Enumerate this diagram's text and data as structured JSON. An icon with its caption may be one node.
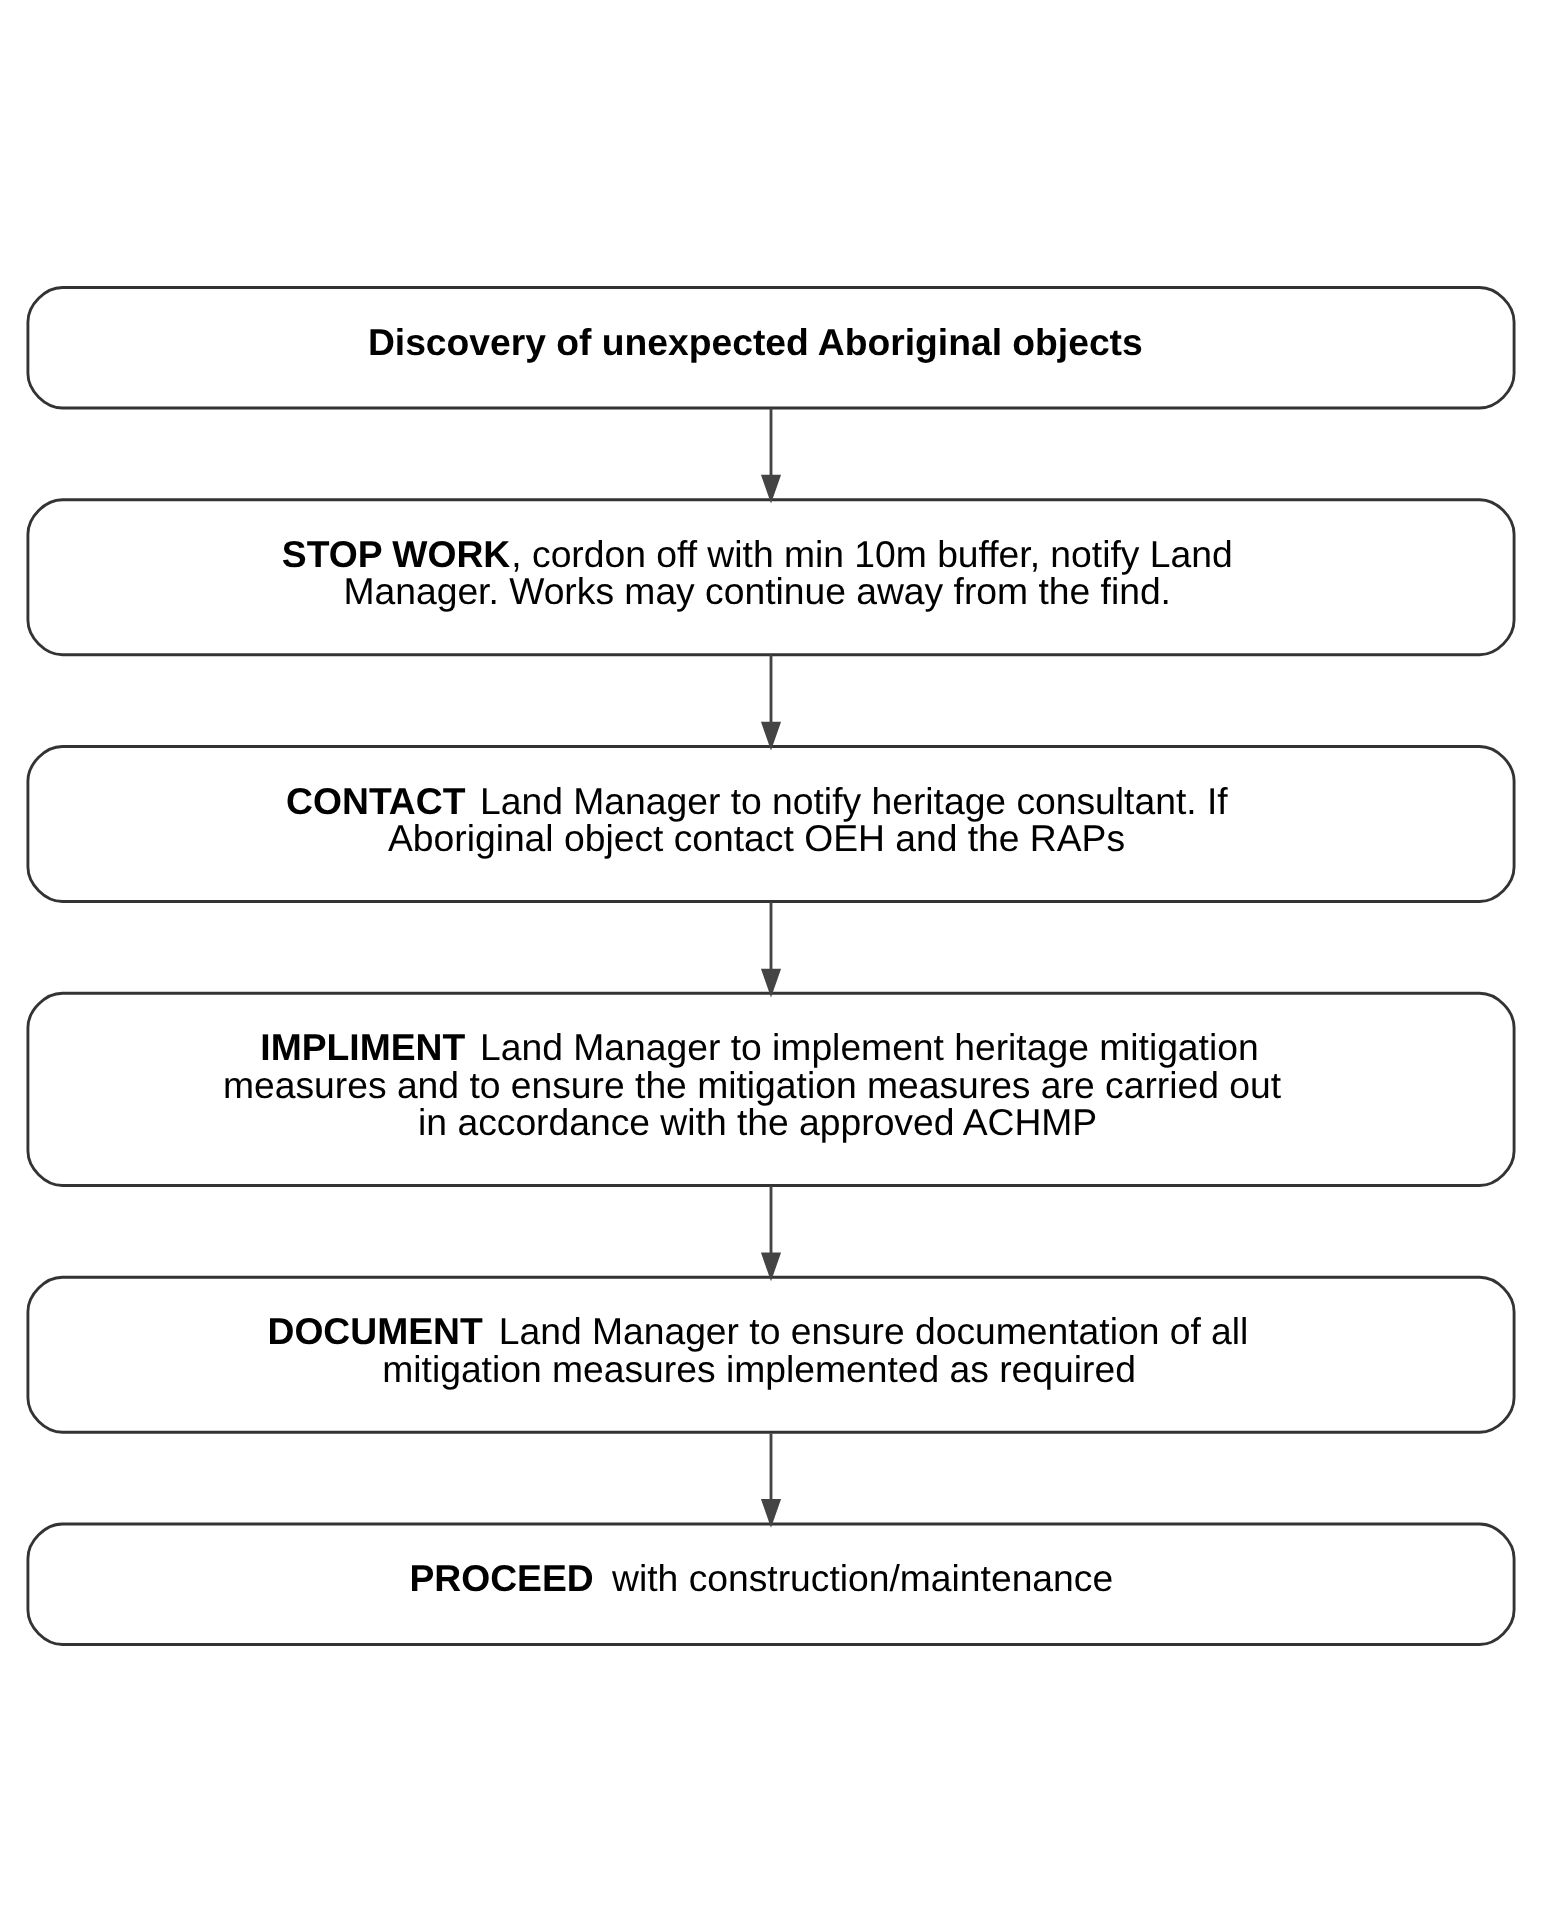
{
  "diagram": {
    "nodes": [
      {
        "text": [
          "**Discovery of unexpected Aboriginal objects**"
        ]
      },
      {
        "text": [
          "**STOP WORK**, cordon off with min 10m buffer, notify Land Manager. Works may continue away from the find."
        ]
      },
      {
        "text": [
          "**CONTACT** Land Manager to notify heritage consultant. If Aboriginal object contact OEH and the RAPs"
        ]
      },
      {
        "text": [
          "**IMPLIMENT** Land Manager to implement heritage mitigation measures and to ensure the mitigation measures are carried out in accordance with the approved ACHMP"
        ]
      },
      {
        "text": [
          "**DOCUMENT** Land Manager to ensure documentation of all mitigation measures implemented as required"
        ]
      },
      {
        "text": [
          "**PROCEED** with construction/maintenance"
        ]
      }
    ],
    "edges": [
      {
        "from": 0,
        "to": 1,
        "arrow": "to"
      },
      {
        "from": 1,
        "to": 2,
        "arrow": "to"
      },
      {
        "from": 2,
        "to": 3,
        "arrow": "to"
      },
      {
        "from": 3,
        "to": 4,
        "arrow": "to"
      },
      {
        "from": 4,
        "to": 5,
        "arrow": "to"
      }
    ]
  }
}
